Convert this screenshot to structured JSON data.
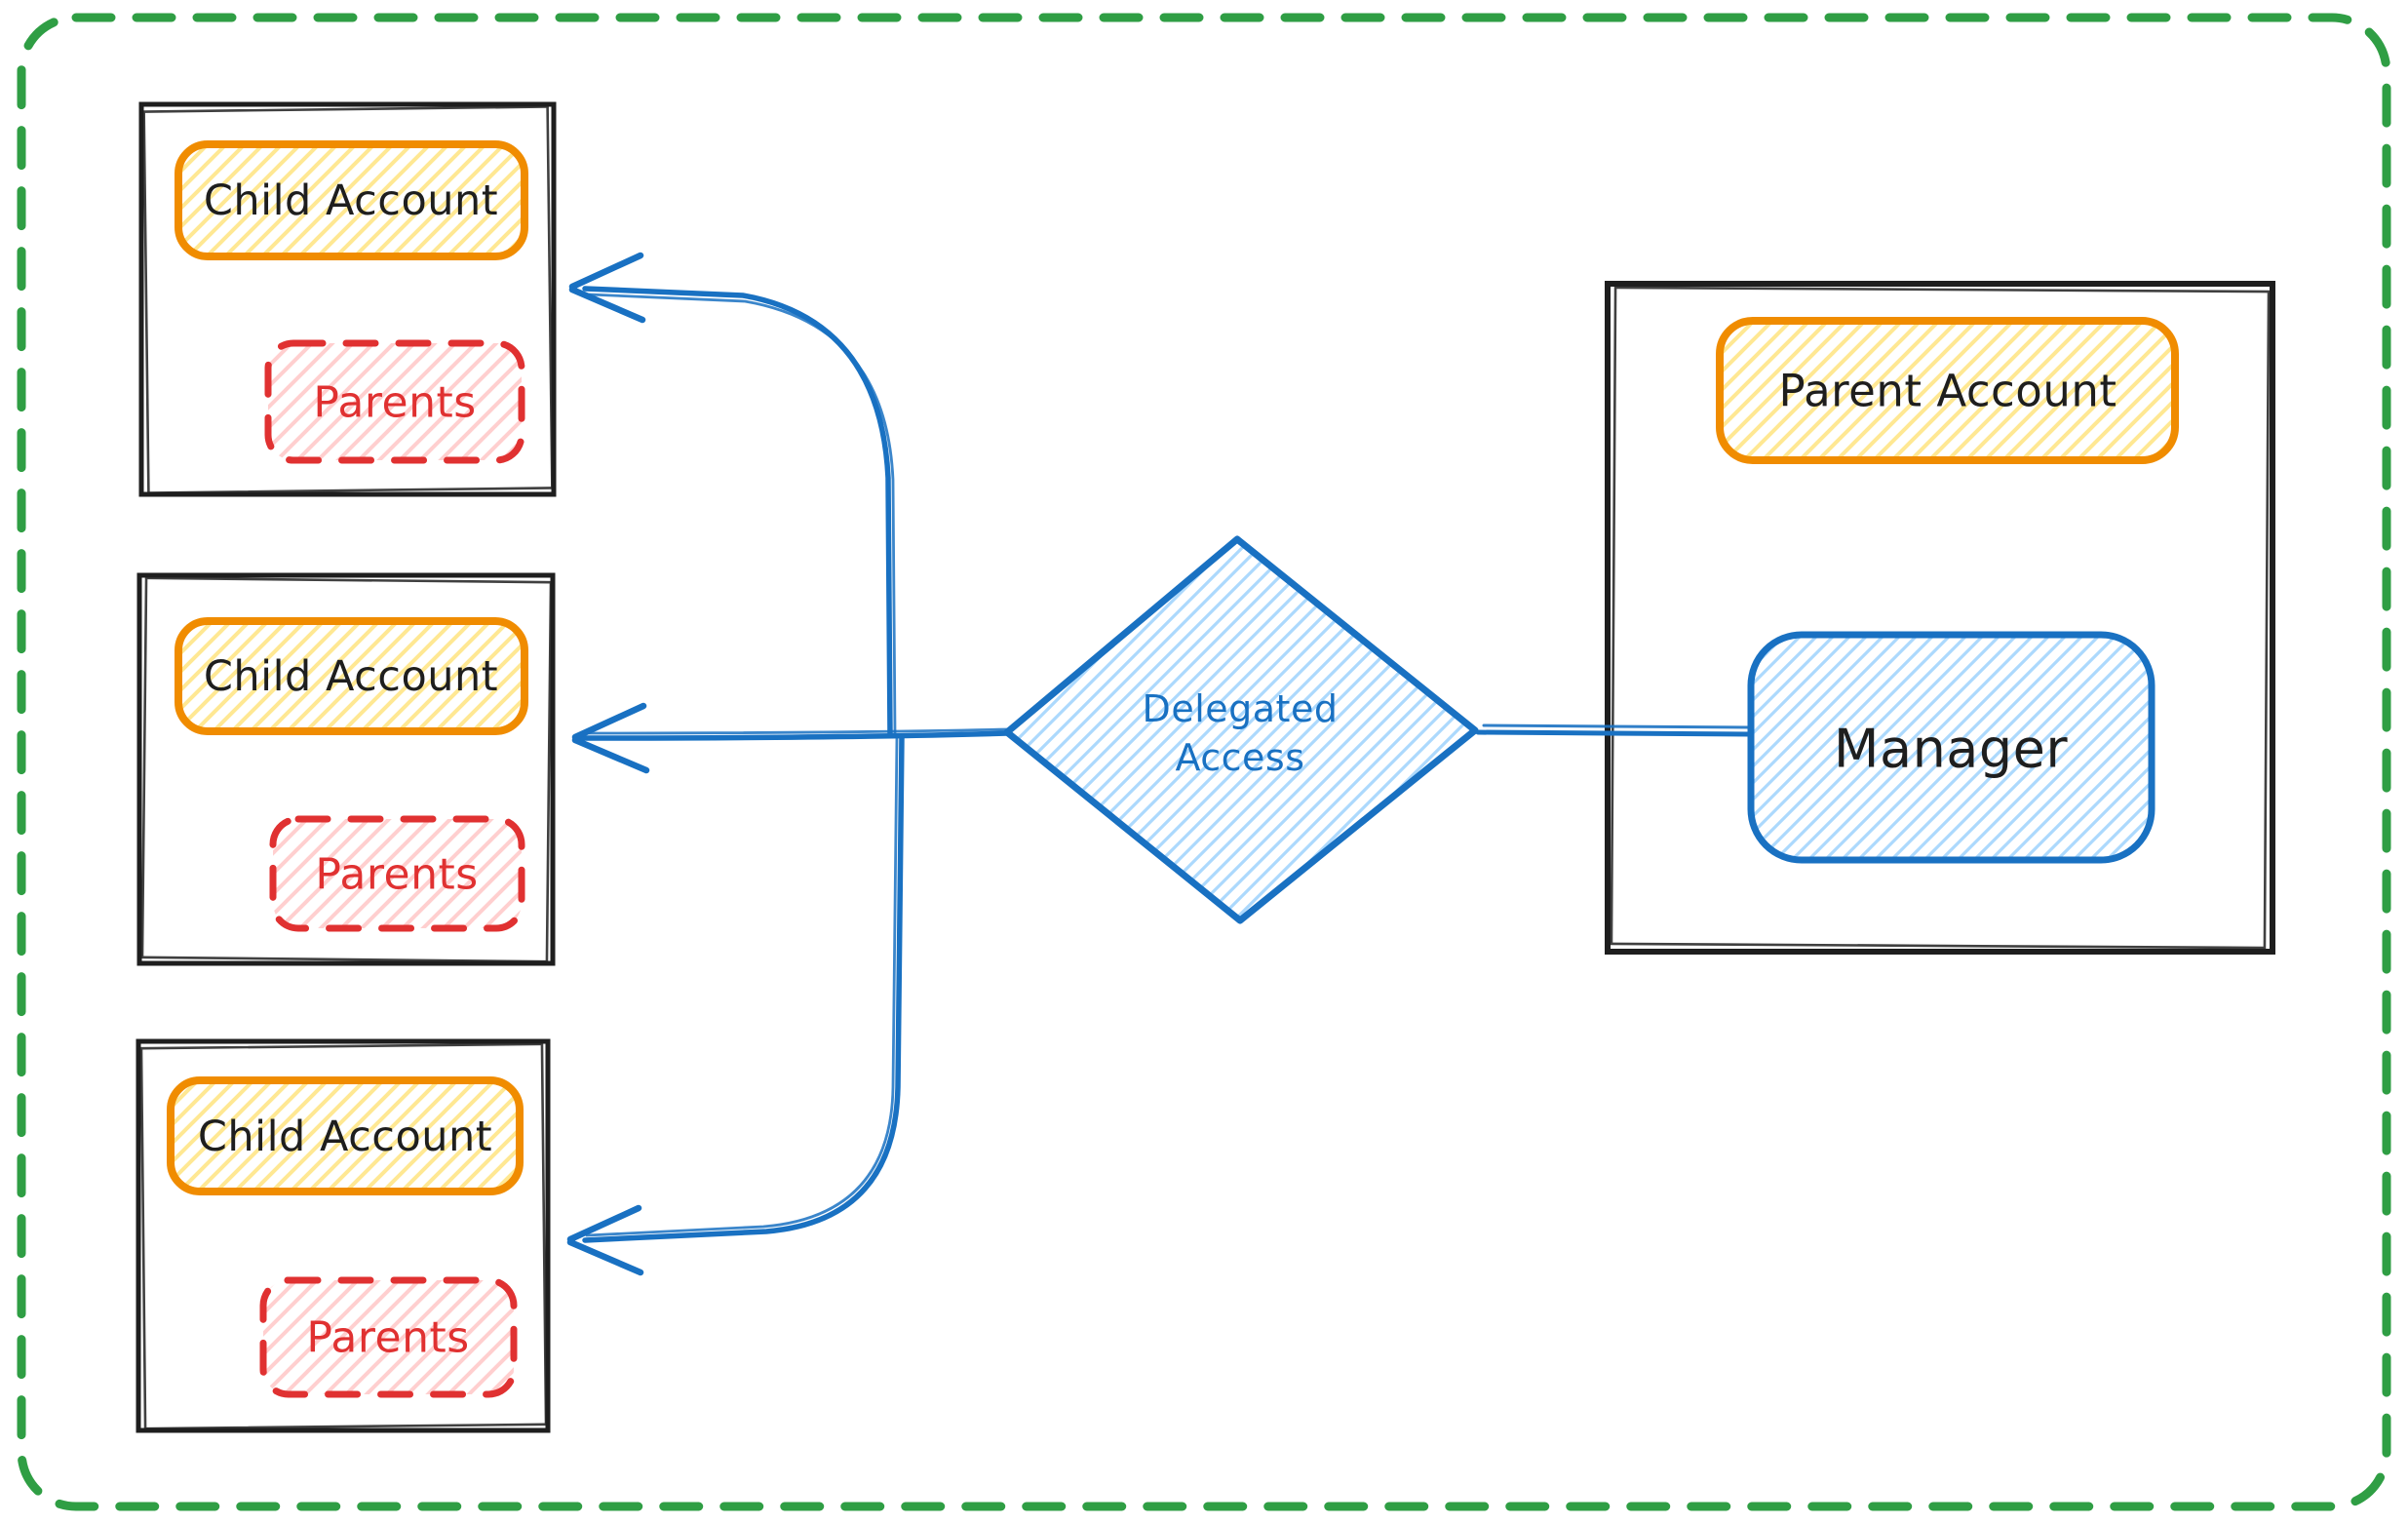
{
  "diagram": {
    "type": "flow-diagram",
    "background": "#ffffff",
    "border_color": "#2f9e44",
    "child_boxes": [
      {
        "account_label": "Child Account",
        "parents_label": "Parents"
      },
      {
        "account_label": "Child Account",
        "parents_label": "Parents"
      },
      {
        "account_label": "Child Account",
        "parents_label": "Parents"
      }
    ],
    "parent_box": {
      "account_label": "Parent Account",
      "manager_label": "Manager"
    },
    "decision": {
      "label": "Delegated Access",
      "line1": "Delegated",
      "line2": "Access"
    },
    "edges": [
      {
        "from": "Manager",
        "to": "Delegated Access",
        "arrowhead": "none"
      },
      {
        "from": "Delegated Access",
        "to": "Child Account 1",
        "arrowhead": "left"
      },
      {
        "from": "Delegated Access",
        "to": "Child Account 2",
        "arrowhead": "left"
      },
      {
        "from": "Delegated Access",
        "to": "Child Account 3",
        "arrowhead": "left"
      }
    ],
    "colors": {
      "black_stroke": "#1e1e1e",
      "orange_stroke": "#f08c00",
      "yellow_hatch": "#ffd43b",
      "red_stroke": "#e03131",
      "pink_hatch": "#ffa8a8",
      "blue_stroke": "#1971c2",
      "blue_hatch": "#74c0fc",
      "green_border": "#2f9e44"
    }
  }
}
